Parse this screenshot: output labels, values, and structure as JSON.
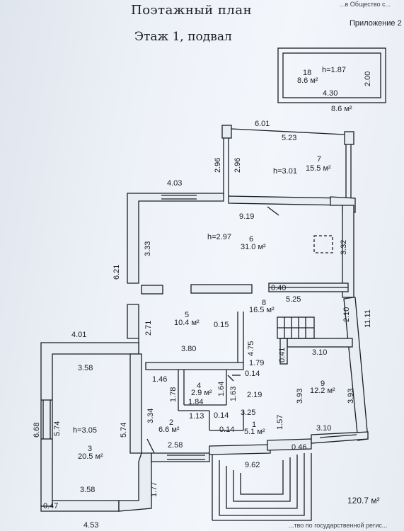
{
  "header": {
    "title": "Поэтажный план",
    "subtitle": "Этаж 1, подвал",
    "appendix": "Приложение 2",
    "topnote": "...в Общество с..."
  },
  "inset": {
    "room": "18",
    "height": "h=1.87",
    "area": "8.6 м²",
    "width": "4.30",
    "depth": "2.00",
    "below_area": "8.6 м²"
  },
  "rooms": {
    "r1": {
      "num": "1",
      "area": "5.1 м²"
    },
    "r2": {
      "num": "2",
      "area": "6.6 м²"
    },
    "r3": {
      "num": "3",
      "area": "20.5 м²",
      "height": "h=3.05"
    },
    "r4": {
      "num": "4",
      "area": "2.9 м²"
    },
    "r5": {
      "num": "5",
      "area": "10.4 м²"
    },
    "r6": {
      "num": "6",
      "area": "31.0 м²",
      "height": "h=2.97"
    },
    "r7": {
      "num": "7",
      "area": "15.5 м²",
      "height": "h=3.01"
    },
    "r8": {
      "num": "8",
      "area": "16.5 м²"
    },
    "r9": {
      "num": "9",
      "area": "12.2 м²"
    }
  },
  "dims": {
    "d601": "6.01",
    "d523": "5.23",
    "d296a": "2.96",
    "d296b": "2.96",
    "d403": "4.03",
    "d919": "9.19",
    "d333": "3.33",
    "d332": "3.32",
    "d621": "6.21",
    "d040": "0.40",
    "d525": "5.25",
    "d210": "2.10",
    "d1111": "11.11",
    "d271": "2.71",
    "d015": "0.15",
    "d475": "4.75",
    "d380": "3.80",
    "d041": "0.41",
    "d310a": "3.10",
    "d179": "1.79",
    "d014a": "0.14",
    "d401": "4.01",
    "d358a": "3.58",
    "d146": "1.46",
    "d178": "1.78",
    "d164": "1.64",
    "d163": "1.63",
    "d219": "2.19",
    "d393a": "3.93",
    "d393b": "3.93",
    "d184": "1.84",
    "d113": "1.13",
    "d014b": "0.14",
    "d325": "3.25",
    "d157": "1.57",
    "d334": "3.34",
    "d574a": "5.74",
    "d574b": "5.74",
    "d668": "6.68",
    "d014c": "0.14",
    "d310b": "3.10",
    "d258": "2.58",
    "d046": "0.46",
    "d962": "9.62",
    "d358b": "3.58",
    "d177": "1.77",
    "d047": "0.47",
    "d453": "4.53"
  },
  "total": "120.7 м²",
  "footer": "...тво по государственной регис..."
}
